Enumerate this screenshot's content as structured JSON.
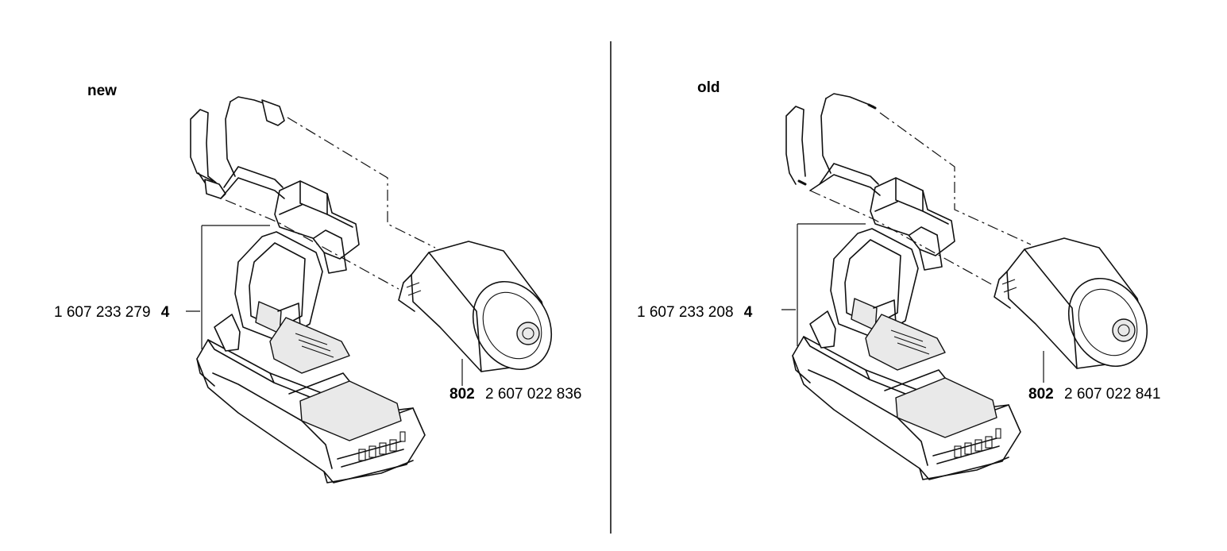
{
  "panels": [
    {
      "variant": "new",
      "assembly": {
        "part_number": "1 607 233 279",
        "index": "4"
      },
      "motor": {
        "index": "802",
        "part_number": "2 607 022 836"
      }
    },
    {
      "variant": "old",
      "assembly": {
        "part_number": "1 607 233 208",
        "index": "4"
      },
      "motor": {
        "index": "802",
        "part_number": "2 607 022 841"
      }
    }
  ]
}
